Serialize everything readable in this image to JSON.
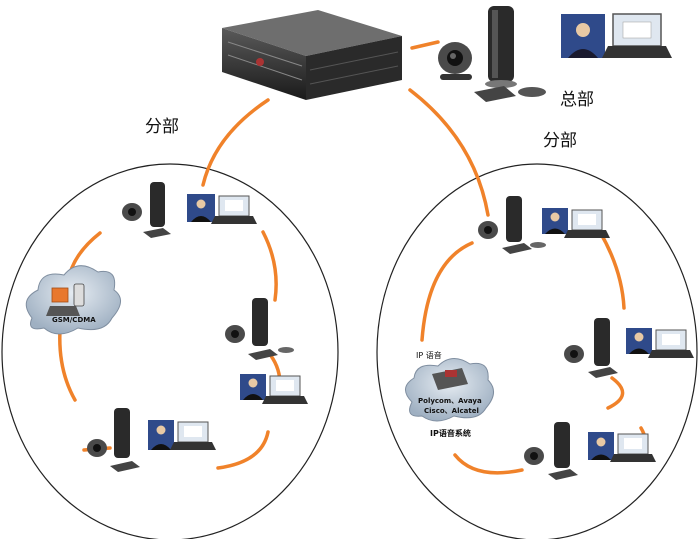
{
  "labels": {
    "hq": "总部",
    "branch_left": "分部",
    "branch_right": "分部",
    "gsm": "GSM/CDMA",
    "ip_voice": "IP 语音",
    "ip_vendors_line1": "Polycom、Avaya",
    "ip_vendors_line2": "Cisco、Alcatel",
    "ip_system": "IP语音系统"
  },
  "colors": {
    "link": "#f0822a",
    "circle": "#222222",
    "cloud": "#aab8c6",
    "endpoint": "#2a2a2a",
    "screen": "#2f4a8a"
  },
  "icons": {
    "mcu": "mcu-server-icon",
    "camera": "camera-icon",
    "codec": "codec-box-icon",
    "monitor": "monitor-icon",
    "laptop": "laptop-icon",
    "cloud": "cloud-icon",
    "phone": "phone-icon"
  }
}
